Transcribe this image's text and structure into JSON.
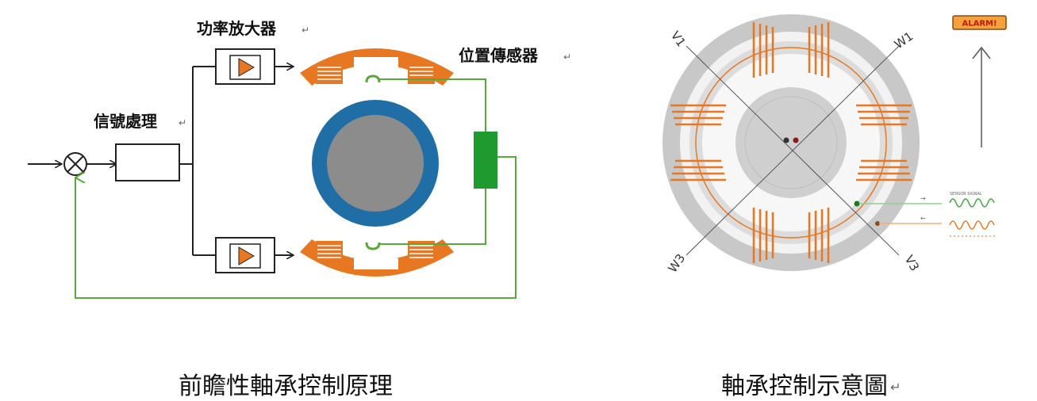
{
  "left_diagram": {
    "amplifier_label": "功率放大器",
    "sensor_label": "位置傳感器",
    "signal_label": "信號處理",
    "return_mark": "↵",
    "caption": "前瞻性軸承控制原理"
  },
  "right_diagram": {
    "phase_labels": [
      "V1",
      "W1",
      "W3",
      "V3"
    ],
    "alarm_label": "ALARM!",
    "signal_text_top": "SENSOR SIGNAL",
    "caption": "軸承控制示意圖",
    "caption_mark": "↵"
  },
  "colors": {
    "coil": "#e87722",
    "green": "#5aa83c",
    "rotor_ring": "#1f6fa6",
    "rotor_core": "#8c8c8c",
    "sensor": "#1f9a2e",
    "ring_gray": "#c8c8c8",
    "alarm_bg": "#f3a23c"
  }
}
